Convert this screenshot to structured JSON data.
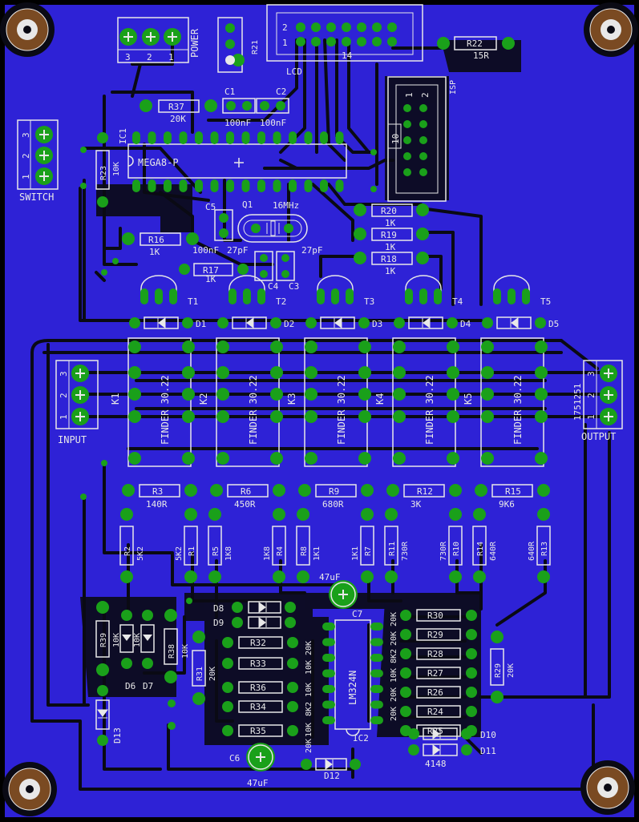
{
  "colors": {
    "board": "#2e22d6",
    "copper": "#0a0a14",
    "pad": "#1aa01a",
    "silk": "#e8e8e8",
    "hole": "#0a0a14",
    "mount": "#7a4a22"
  },
  "connectors": {
    "power": {
      "name": "POWER",
      "pins": [
        "3",
        "2",
        "1"
      ]
    },
    "switch": {
      "name": "SWITCH",
      "pins": [
        "3",
        "2",
        "1"
      ]
    },
    "input": {
      "name": "INPUT",
      "pins": [
        "3",
        "2",
        "1"
      ]
    },
    "output": {
      "name": "OUTPUT",
      "part": "1751251",
      "pins": [
        "3",
        "2",
        "1"
      ]
    },
    "lcd": {
      "name": "LCD",
      "pin_a": "2",
      "pin_b": "1",
      "pin_c": "14"
    },
    "isp": {
      "name": "ISP",
      "pin_a": "1",
      "pin_b": "2",
      "pin_c": "10"
    }
  },
  "ic1": {
    "ref": "IC1",
    "value": "MEGA8-P"
  },
  "ic2": {
    "ref": "IC2",
    "value": "LM324N"
  },
  "crystal": {
    "ref": "Q1",
    "value": "16MHz"
  },
  "top_parts": {
    "r21": "R21",
    "r22": "R22",
    "r22_val": "15R",
    "r37": "R37",
    "r37_val": "20K",
    "c1": "C1",
    "c1_val": "100nF",
    "c2": "C2",
    "c2_val": "100nF",
    "r23": "R23",
    "r23_val": "10K",
    "c5": "C5",
    "c5_val": "100nF",
    "c4": "C4",
    "c4_val": "27pF",
    "c3": "C3",
    "c3_val": "27pF",
    "r16": "R16",
    "r16_val": "1K",
    "r17": "R17",
    "r17_val": "1K",
    "r20": "R20",
    "r20_val": "1K",
    "r19": "R19",
    "r19_val": "1K",
    "r18": "R18",
    "r18_val": "1K"
  },
  "channels": [
    {
      "t": "T1",
      "d": "D1",
      "k": "K1",
      "relay": "FINDER 30.22",
      "rtop": "R3",
      "rtop_val": "140R",
      "rl": "R2",
      "rl_val": "5K2",
      "rr": "R1",
      "rr_val": "5K2"
    },
    {
      "t": "T2",
      "d": "D2",
      "k": "K2",
      "relay": "FINDER 30.22",
      "rtop": "R6",
      "rtop_val": "450R",
      "rl": "R5",
      "rl_val": "1K8",
      "rr": "R4",
      "rr_val": "1K8"
    },
    {
      "t": "T3",
      "d": "D3",
      "k": "K3",
      "relay": "FINDER 30.22",
      "rtop": "R9",
      "rtop_val": "680R",
      "rl": "R8",
      "rl_val": "1K1",
      "rr": "R7",
      "rr_val": "1K1"
    },
    {
      "t": "T4",
      "d": "D4",
      "k": "K4",
      "relay": "FINDER 30.22",
      "rtop": "R12",
      "rtop_val": "3K",
      "rl": "R11",
      "rl_val": "730R",
      "rr": "R10",
      "rr_val": "730R"
    },
    {
      "t": "T5",
      "d": "D5",
      "k": "K5",
      "relay": "FINDER 30.22",
      "rtop": "R15",
      "rtop_val": "9K6",
      "rl": "R14",
      "rl_val": "640R",
      "rr": "R13",
      "rr_val": "640R"
    }
  ],
  "bottom_parts": {
    "c7": "C7",
    "c7_val": "47uF",
    "c6": "C6",
    "c6_val": "47uF",
    "d8": "D8",
    "d9": "D9",
    "d6": "D6",
    "d7": "D7",
    "d10": "D10",
    "d11": "D11",
    "d12": "D12",
    "d13": "D13",
    "diode_val": "4148",
    "r39": "R39",
    "r38": "R38",
    "r31": "R31",
    "r32": "R32",
    "r33": "R33",
    "r36": "R36",
    "r34": "R34",
    "r35": "R35",
    "r30": "R30",
    "r29": "R29",
    "r28": "R28",
    "r27": "R27",
    "r26": "R26",
    "r24": "R24",
    "r25": "R25",
    "r29b": "R29",
    "v10k": "10K",
    "v20k": "20K",
    "v8k2": "8K2"
  },
  "icons": [
    "mount-hole-icon",
    "screw-terminal-icon"
  ]
}
